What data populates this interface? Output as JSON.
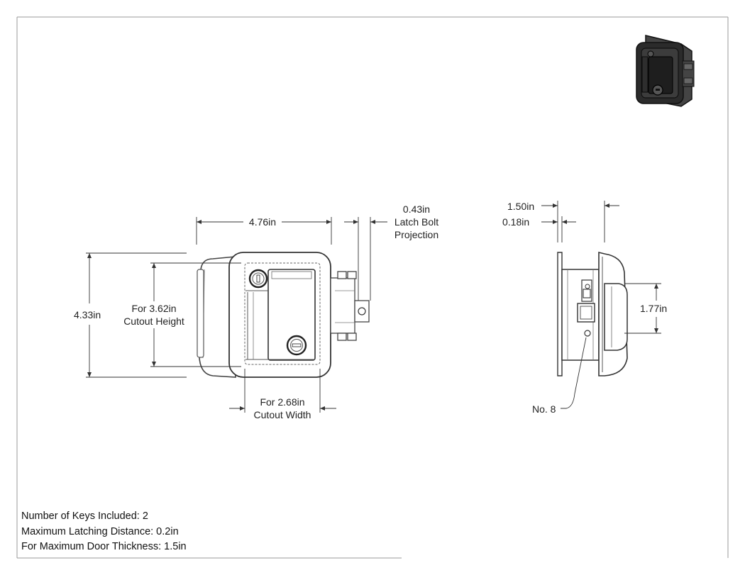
{
  "front_view": {
    "overall_width": "4.76in",
    "overall_height": "4.33in",
    "cutout_height": "For 3.62in\nCutout Height",
    "cutout_width": "For 2.68in\nCutout Width",
    "latch_bolt": "0.43in\nLatch Bolt\nProjection"
  },
  "side_view": {
    "depth": "1.50in",
    "flange": "0.18in",
    "handle_height": "1.77in",
    "screw_label": "No. 8"
  },
  "specs": [
    "Number of Keys Included: 2",
    "Maximum Latching Distance: 0.2in",
    "For Maximum Door Thickness: 1.5in"
  ],
  "colors": {
    "line": "#333333",
    "body": "#555555",
    "dark": "#1a1a1a"
  }
}
